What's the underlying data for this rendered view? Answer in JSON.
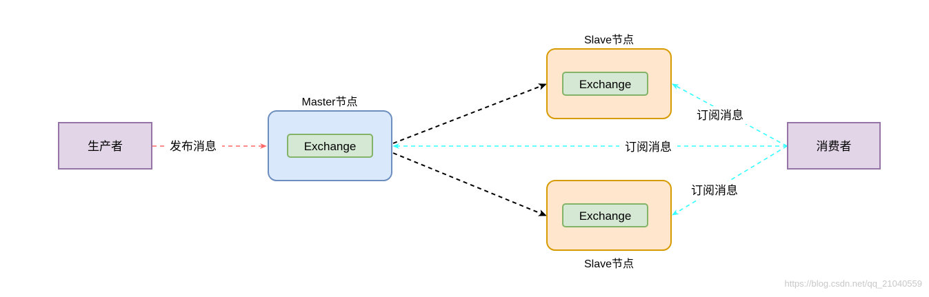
{
  "nodes": {
    "producer": {
      "label": "生产者"
    },
    "consumer": {
      "label": "消费者"
    },
    "master": {
      "title": "Master节点",
      "inner": "Exchange"
    },
    "slave_top": {
      "title": "Slave节点",
      "inner": "Exchange"
    },
    "slave_bottom": {
      "title": "Slave节点",
      "inner": "Exchange"
    }
  },
  "edges": {
    "publish": {
      "label": "发布消息"
    },
    "subscribe_top": {
      "label": "订阅消息"
    },
    "subscribe_master": {
      "label": "订阅消息"
    },
    "subscribe_bottom": {
      "label": "订阅消息"
    }
  },
  "watermark": "https://blog.csdn.net/qq_21040559",
  "colors": {
    "actor_fill": "#e1d5e7",
    "actor_stroke": "#9673a6",
    "master_fill": "#dae8fc",
    "master_stroke": "#6c8ebf",
    "slave_fill": "#ffe6cc",
    "slave_stroke": "#d79b00",
    "exchange_fill": "#d5e8d4",
    "exchange_stroke": "#82b366",
    "publish_arrow": "#ff6666",
    "replicate_arrow": "#000000",
    "subscribe_arrow": "#33ffff"
  }
}
